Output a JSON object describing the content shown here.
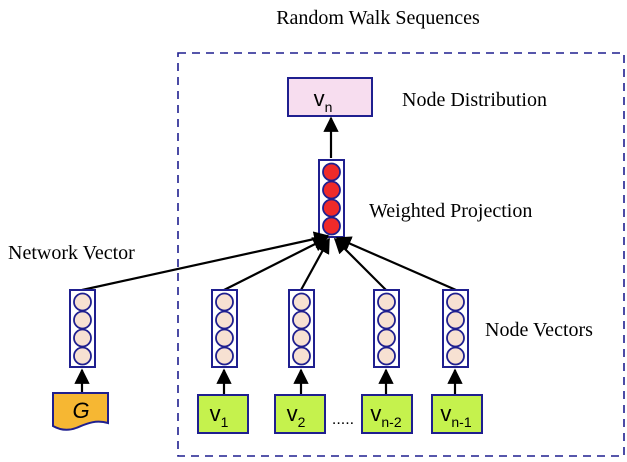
{
  "labels": {
    "title": "Random Walk Sequences",
    "node_distribution": "Node Distribution",
    "weighted_projection": "Weighted Projection",
    "network_vector": "Network Vector",
    "node_vectors": "Node Vectors",
    "ellipsis": "....."
  },
  "output_node": {
    "base": "v",
    "sub": "n"
  },
  "graph_input": {
    "label": "G"
  },
  "input_nodes": [
    {
      "base": "v",
      "sub": "1"
    },
    {
      "base": "v",
      "sub": "2"
    },
    {
      "base": "v",
      "sub": "n-2"
    },
    {
      "base": "v",
      "sub": "n-1"
    }
  ],
  "colors": {
    "border": "#1f1f8f",
    "dashed_border": "#1f1f8f",
    "output_fill": "#f7ddef",
    "projection_circle": "#ef2a2a",
    "vector_circle": "#f7e1d2",
    "input_fill": "#c5f24d",
    "graph_fill": "#f6b733",
    "arrow": "#000000"
  }
}
